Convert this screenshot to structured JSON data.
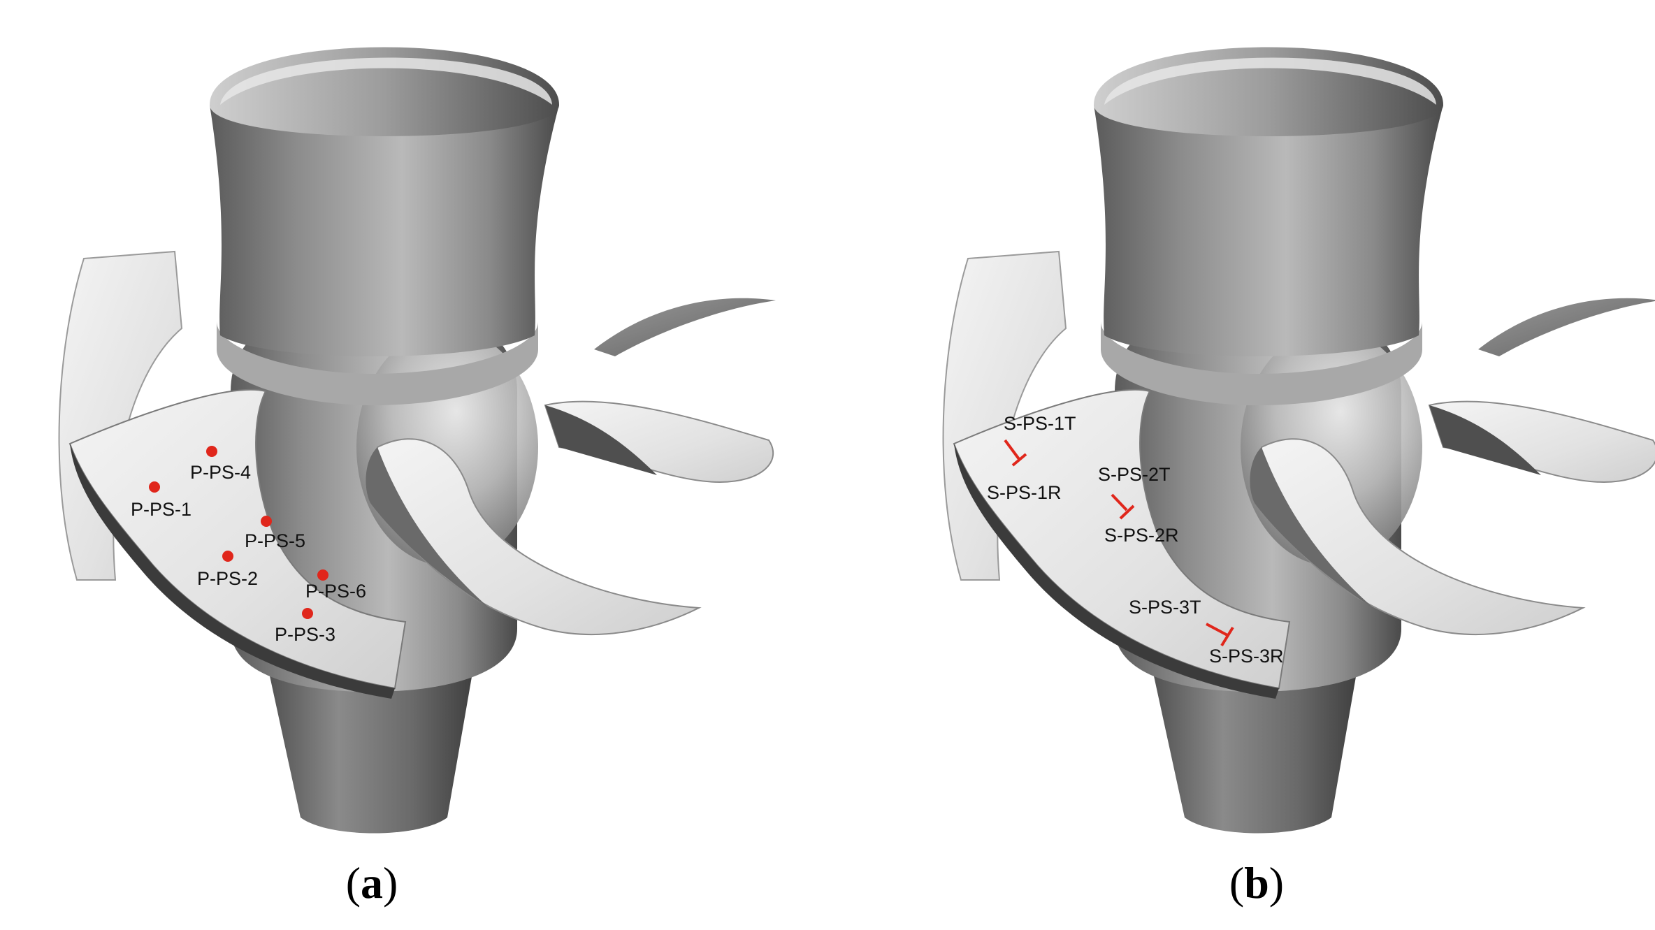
{
  "panels": [
    {
      "caption_open": "(",
      "caption_letter": "a",
      "caption_close": ")",
      "sensors": [
        "P-PS-1",
        "P-PS-2",
        "P-PS-3",
        "P-PS-4",
        "P-PS-5",
        "P-PS-6"
      ]
    },
    {
      "caption_open": "(",
      "caption_letter": "b",
      "caption_close": ")",
      "gauges": [
        "S-PS-1T",
        "S-PS-1R",
        "S-PS-2T",
        "S-PS-2R",
        "S-PS-3T",
        "S-PS-3R"
      ]
    }
  ],
  "colors": {
    "marker": "#e0261b",
    "label": "#111111"
  }
}
